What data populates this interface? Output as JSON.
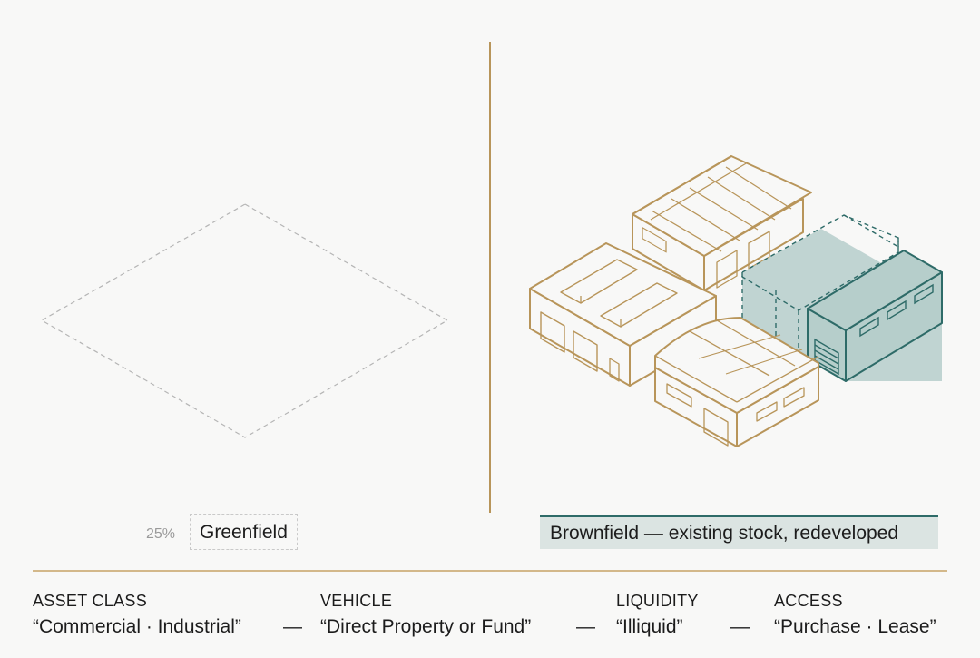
{
  "greenfield": {
    "percent": "25%",
    "label": "Greenfield"
  },
  "brownfield": {
    "label": "Brownfield — existing stock, redeveloped"
  },
  "attributes": [
    {
      "key": "ASSET CLASS",
      "value": "“Commercial · Industrial”"
    },
    {
      "key": "VEHICLE",
      "value": "“Direct Property or Fund”"
    },
    {
      "key": "LIQUIDITY",
      "value": "“Illiquid”"
    },
    {
      "key": "ACCESS",
      "value": "“Purchase · Lease”"
    }
  ],
  "separator": "—",
  "colors": {
    "gold": "#b8955a",
    "teal": "#2e6b68",
    "teal_fill": "#b6cecb",
    "dashed_grey": "#b5b5b5",
    "rule": "#d3b88a"
  }
}
